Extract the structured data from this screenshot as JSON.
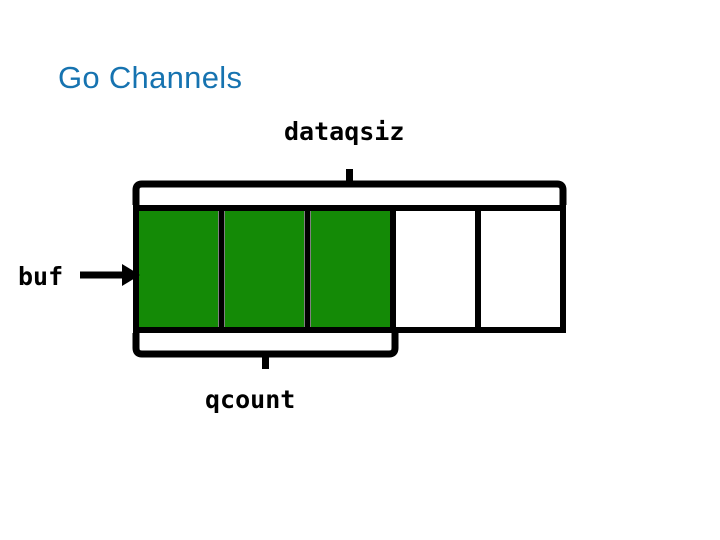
{
  "slide": {
    "title": "Go Channels",
    "background_color": "#ffffff",
    "title_color": "#1673b0"
  },
  "diagram": {
    "name": "go-channel-buffer-diagram",
    "top_brace_label": "dataqsiz",
    "bottom_brace_label": "qcount",
    "pointer_label": "buf",
    "stroke_color": "#000000",
    "filled_cell_color": "#148a06",
    "empty_cell_color": "#ffffff",
    "total_slots": 5,
    "filled_slots": 3,
    "empty_slots": 2,
    "cells": [
      {
        "index": 0,
        "state": "filled"
      },
      {
        "index": 1,
        "state": "filled"
      },
      {
        "index": 2,
        "state": "filled"
      },
      {
        "index": 3,
        "state": "empty"
      },
      {
        "index": 4,
        "state": "empty"
      }
    ]
  }
}
